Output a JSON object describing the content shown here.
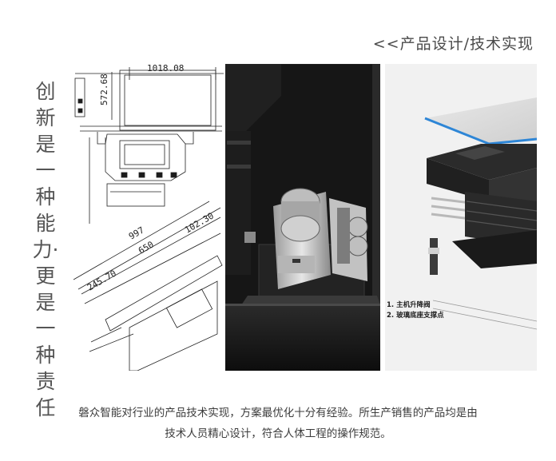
{
  "header": {
    "title": "<<产品设计/技术实现"
  },
  "slogan": {
    "text": "创新是一种能力·更是一种责任"
  },
  "drawing": {
    "dims": {
      "d1": "1018.08",
      "d2": "572.68",
      "d3": "997",
      "d4": "650",
      "d5": "102.30",
      "d6": "245.70"
    }
  },
  "exploded": {
    "legend": {
      "item1": "1. 主机升降阀",
      "item2": "2. 玻璃底座支撑点"
    }
  },
  "caption": {
    "line1": "磐众智能对行业的产品技术实现，方案最优化十分有经验。所生产销售的产品均是由",
    "line2": "技术人员精心设计，符合人体工程的操作规范。"
  },
  "colors": {
    "accent_blue": "#2e86d6",
    "render_bg": "#141414",
    "text": "#3c3c3c"
  }
}
